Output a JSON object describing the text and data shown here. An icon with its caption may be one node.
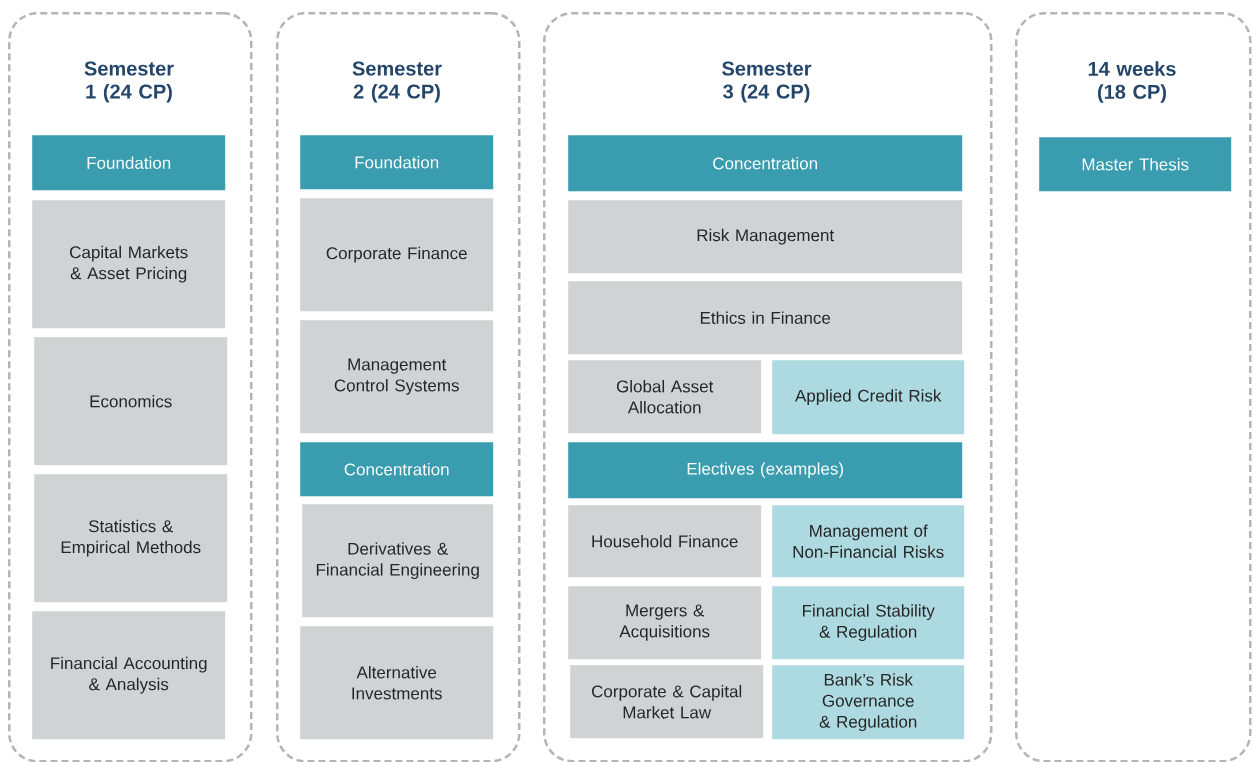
{
  "diagram": {
    "nodes": [
      {
        "text": [
          "Semester 1 (24 CP)"
        ]
      },
      {
        "text": [
          "Foundation"
        ],
        "in": 0
      },
      {
        "text": [
          "Capital Markets & Asset Pricing"
        ],
        "in": 0
      },
      {
        "text": [
          "Economics"
        ],
        "in": 0
      },
      {
        "text": [
          "Statistics & Empirical Methods"
        ],
        "in": 0
      },
      {
        "text": [
          "Financial Accounting & Analysis"
        ],
        "in": 0
      },
      {
        "text": [
          "Semester 2 (24 CP)"
        ]
      },
      {
        "text": [
          "Foundation"
        ],
        "in": 6
      },
      {
        "text": [
          "Corporate Finance"
        ],
        "in": 6
      },
      {
        "text": [
          "Management Control Systems"
        ],
        "in": 6
      },
      {
        "text": [
          "Concentration"
        ],
        "in": 6
      },
      {
        "text": [
          "Derivatives & Financial Engineering"
        ],
        "in": 6
      },
      {
        "text": [
          "Alternative Investments"
        ],
        "in": 6
      },
      {
        "text": [
          "Semester 3 (24 CP)"
        ]
      },
      {
        "text": [
          "Concentration"
        ],
        "in": 13
      },
      {
        "text": [
          "Risk Management"
        ],
        "in": 13
      },
      {
        "text": [
          "Ethics in Finance"
        ],
        "in": 13
      },
      {
        "text": [
          "Global Asset Allocation"
        ],
        "in": 13
      },
      {
        "text": [
          "Applied Credit Risk"
        ],
        "in": 13
      },
      {
        "text": [
          "Electives (examples)"
        ],
        "in": 13
      },
      {
        "text": [
          "Household Finance"
        ],
        "in": 13
      },
      {
        "text": [
          "Management of Non-Financial Risks"
        ],
        "in": 13
      },
      {
        "text": [
          "Mergers & Acquisitions"
        ],
        "in": 13
      },
      {
        "text": [
          "Financial Stability & Regulation"
        ],
        "in": 13
      },
      {
        "text": [
          "Corporate & Capital Market Law"
        ],
        "in": 13
      },
      {
        "text": [
          "Bank’s Risk Governance & Regulation"
        ],
        "in": 13
      },
      {
        "text": [
          "14 weeks (18 CP)"
        ]
      },
      {
        "text": [
          "Master Thesis"
        ],
        "in": 26
      }
    ]
  }
}
